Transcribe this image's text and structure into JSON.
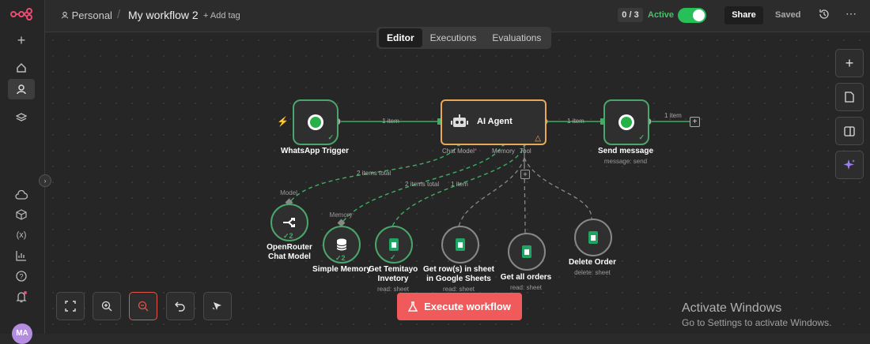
{
  "header": {
    "project": "Personal",
    "workflow_name": "My workflow 2",
    "add_tag": "+ Add tag",
    "counter": "0 / 3",
    "active_label": "Active",
    "active": true,
    "share_label": "Share",
    "saved_label": "Saved"
  },
  "tabs": [
    "Editor",
    "Executions",
    "Evaluations"
  ],
  "active_tab": "Editor",
  "nodes": {
    "whatsapp_trigger": {
      "label": "WhatsApp Trigger"
    },
    "ai_agent": {
      "label": "AI Agent",
      "ports": [
        "Chat Model",
        "Memory",
        "Tool"
      ]
    },
    "send_message": {
      "label": "Send message",
      "sub": "message: send"
    },
    "openrouter": {
      "label": "OpenRouter Chat Model",
      "port": "Model",
      "runs": "2"
    },
    "simple_memory": {
      "label": "Simple Memory",
      "port": "Memory",
      "runs": "2"
    },
    "get_temitayo": {
      "label": "Get Temitayo Invetory",
      "sub": "read: sheet"
    },
    "get_rows": {
      "label": "Get row(s) in sheet in Google Sheets",
      "sub": "read: sheet"
    },
    "get_all_orders": {
      "label": "Get all orders",
      "sub": "read: sheet"
    },
    "delete_order": {
      "label": "Delete Order",
      "sub": "delete: sheet"
    }
  },
  "edges": {
    "trigger_agent": "1 item",
    "agent_send": "1 item",
    "send_out": "1 item",
    "model": "2 items total",
    "memory": "2 items total",
    "tool": "1 item"
  },
  "execute_label": "Execute workflow",
  "watermark": {
    "title": "Activate Windows",
    "subtitle": "Go to Settings to activate Windows."
  },
  "user_initials": "MA",
  "colors": {
    "accent": "#ff6d5a",
    "success": "#4aa66a",
    "warning": "#e8a857",
    "background": "#262626"
  }
}
